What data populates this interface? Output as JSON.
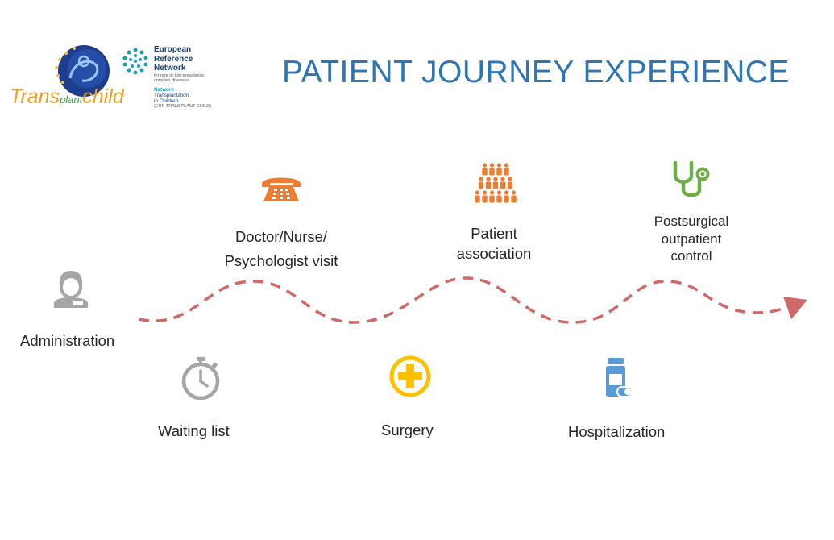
{
  "title": "PATIENT JOURNEY EXPERIENCE",
  "logos": {
    "transplantchild": {
      "part1": "Trans",
      "part2": "plant",
      "part3": "child"
    },
    "ern": {
      "line1": "European",
      "line2": "Reference",
      "line3": "Network",
      "sub1": "for rare or low prevalence",
      "sub2": "complex diseases",
      "net_label": "Network",
      "net1": "Transplantation",
      "net2": "in Children",
      "net3": "(ERN TRANSPLANT-CHILD)"
    }
  },
  "steps": [
    {
      "id": "administration",
      "label": "Administration",
      "icon": "administrator-icon",
      "color": "#a6a6a6"
    },
    {
      "id": "waiting-list",
      "label": "Waiting list",
      "icon": "stopwatch-icon",
      "color": "#a6a6a6"
    },
    {
      "id": "doctor-visit",
      "label_lines": [
        "Doctor/Nurse/",
        "Psychologist visit"
      ],
      "icon": "telephone-icon",
      "color": "#ed7d31"
    },
    {
      "id": "surgery",
      "label": "Surgery",
      "icon": "medical-cross-icon",
      "color": "#ffc000"
    },
    {
      "id": "patient-association",
      "label_lines": [
        "Patient",
        "association"
      ],
      "icon": "people-group-icon",
      "color": "#ed7d31"
    },
    {
      "id": "hospitalization",
      "label": "Hospitalization",
      "icon": "medicine-bottle-icon",
      "color": "#5b9bd5"
    },
    {
      "id": "postsurgical-control",
      "label_lines": [
        "Postsurgical",
        "outpatient",
        "control"
      ],
      "icon": "stethoscope-icon",
      "color": "#70ad47"
    }
  ],
  "path": {
    "color": "#d06868",
    "style": "dashed",
    "arrow": "right"
  }
}
